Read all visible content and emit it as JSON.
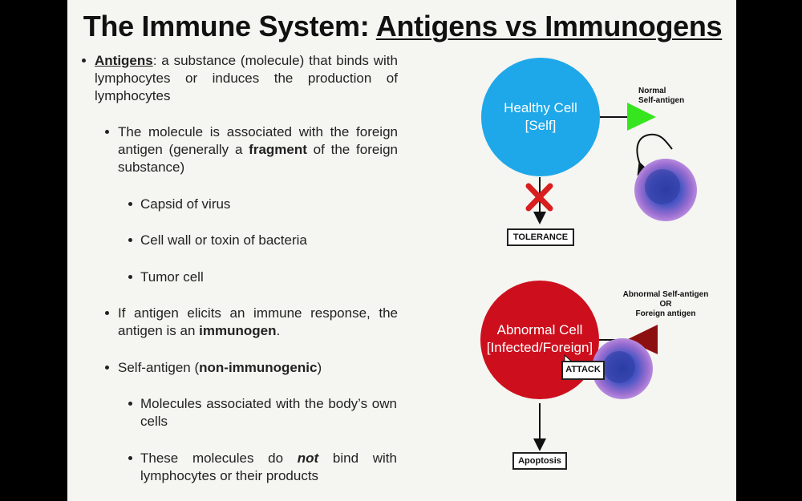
{
  "title": {
    "prefix": "The Immune System: ",
    "underlined": "Antigens vs Immunogens"
  },
  "bullets": [
    {
      "term": "Antigens",
      "text": ": a substance (molecule) that binds with lymphocytes or induces the production of lymphocytes"
    },
    {
      "a": "The molecule is associated with the foreign antigen (generally a ",
      "bold": "fragment",
      "b": " of the foreign substance)"
    },
    "Capsid of virus",
    "Cell wall or toxin of bacteria",
    "Tumor cell",
    {
      "a": "If antigen elicits an immune response, the antigen is an ",
      "bold": "immunogen",
      "b": "."
    },
    {
      "a": "Self-antigen (",
      "bold": "non-immunogenic",
      "b": ")"
    },
    "Molecules associated with the body’s own cells",
    {
      "a": "These molecules do ",
      "bold": "not",
      "b": " bind with lymphocytes or their products"
    }
  ],
  "diagram": {
    "healthy_line1": "Healthy Cell",
    "healthy_line2": "[Self]",
    "normal_line1": "Normal",
    "normal_line2": "Self-antigen",
    "tolerance": "TOLERANCE",
    "abnormal_line1": "Abnormal Cell",
    "abnormal_line2": "[Infected/Foreign]",
    "abnormal_antigen1": "Abnormal Self-antigen",
    "abnormal_antigen2": "OR",
    "abnormal_antigen3": "Foreign antigen",
    "attack": "ATTACK",
    "apoptosis": "Apoptosis",
    "colors": {
      "healthy_cell": "#1ea8e9",
      "abnormal_cell": "#cd0f1d",
      "self_antigen": "#35e51e",
      "abnormal_antigen": "#8c1010",
      "x_mark": "#d81e1e"
    },
    "icons": [
      "x-mark-icon",
      "cursor-icon"
    ]
  }
}
